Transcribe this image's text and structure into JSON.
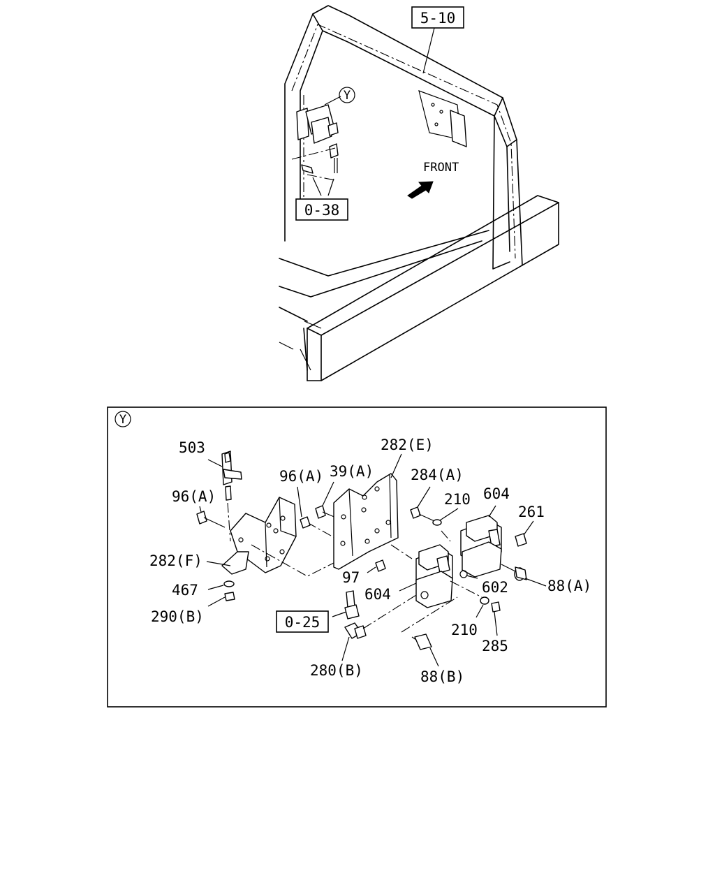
{
  "top_view": {
    "ref_5_10": "5-10",
    "ref_0_38": "0-38",
    "front_label": "FRONT",
    "detail_marker": "Y"
  },
  "detail": {
    "marker": "Y",
    "ref_0_25": "0-25",
    "labels": {
      "p503": "503",
      "p96a_left": "96(A)",
      "p96a_mid": "96(A)",
      "p39a": "39(A)",
      "p282e": "282(E)",
      "p284a": "284(A)",
      "p210_top": "210",
      "p604_top": "604",
      "p261": "261",
      "p282f": "282(F)",
      "p467": "467",
      "p290b": "290(B)",
      "p97": "97",
      "p604_mid": "604",
      "p602": "602",
      "p88a": "88(A)",
      "p210_bot": "210",
      "p285": "285",
      "p280b": "280(B)",
      "p88b": "88(B)"
    }
  }
}
